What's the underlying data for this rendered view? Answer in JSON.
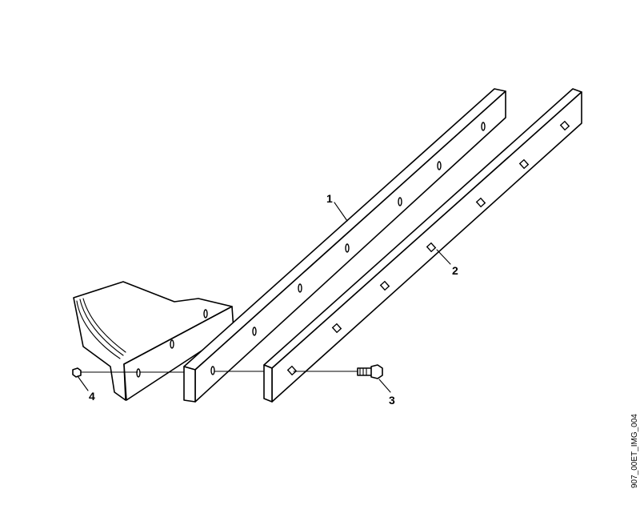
{
  "diagram": {
    "callouts": [
      {
        "label": "1",
        "part": "wear strip"
      },
      {
        "label": "2",
        "part": "clamp strip"
      },
      {
        "label": "3",
        "part": "carriage bolt"
      },
      {
        "label": "4",
        "part": "nut"
      }
    ],
    "image_id": "907_00ET_IMG_004",
    "line_color": "#000000",
    "background": "#ffffff"
  }
}
